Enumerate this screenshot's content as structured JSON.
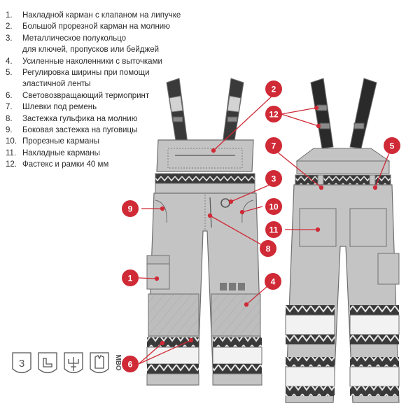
{
  "legend": [
    {
      "lines": [
        "Накладной карман с клапаном на липучке"
      ]
    },
    {
      "lines": [
        "Большой прорезной карман на молнию"
      ]
    },
    {
      "lines": [
        "Металлическое полукольцо",
        "для ключей, пропусков или бейджей"
      ]
    },
    {
      "lines": [
        "Усиленные наколенники с выточками"
      ]
    },
    {
      "lines": [
        "Регулировка ширины при помощи",
        "эластичной ленты"
      ]
    },
    {
      "lines": [
        "Световозвращающий термопринт"
      ]
    },
    {
      "lines": [
        "Шлевки под ремень"
      ]
    },
    {
      "lines": [
        "Застежка гульфика на молнию"
      ]
    },
    {
      "lines": [
        "Боковая застежка на пуговицы"
      ]
    },
    {
      "lines": [
        "Прорезные карманы"
      ]
    },
    {
      "lines": [
        "Накладные карманы"
      ]
    },
    {
      "lines": [
        "Фастекс и рамки 40 мм"
      ]
    }
  ],
  "legend_numbers": [
    "1.",
    "2.",
    "3.",
    "4.",
    "5.",
    "6.",
    "7.",
    "8.",
    "9.",
    "10.",
    "11.",
    "12."
  ],
  "callouts": [
    "1",
    "2",
    "3",
    "4",
    "5",
    "6",
    "7",
    "8",
    "9",
    "10",
    "11",
    "12"
  ],
  "badges": {
    "class_number": "3",
    "icons": [
      "protection-class-shield-icon",
      "boot-shield-icon",
      "trident-shield-icon",
      "vest-shield-icon"
    ],
    "mark": "МВО"
  },
  "colors": {
    "accent": "#cf2a36",
    "fabric": "#c4c4c4",
    "fabric_light": "#d3d3d3",
    "outline": "#6f6f6f",
    "strap": "#2a2a2a",
    "reflective_dark": "#3a3a3a",
    "reflective_light": "#f2f2f2"
  }
}
